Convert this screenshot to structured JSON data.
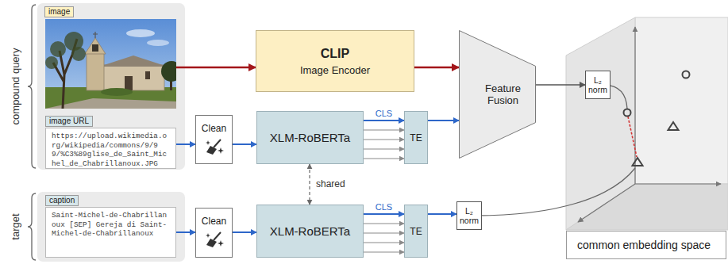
{
  "diagram": {
    "nodes": [
      {
        "text": [
          "compound query"
        ]
      },
      {
        "text": [
          "image"
        ],
        "in": 0
      },
      {
        "text": [
          "image URL",
          "https://upload.wikimedia.org/wikipedia/commons/9/99/%C3%89glise_de_Saint_Michel_de_Chabrillanoux.JPG"
        ],
        "in": 0
      },
      {
        "text": [
          "CLIP",
          "Image Encoder"
        ]
      },
      {
        "text": [
          "Clean"
        ]
      },
      {
        "text": [
          "XLM-RoBERTa"
        ]
      },
      {
        "text": [
          "TE"
        ]
      },
      {
        "text": [
          "Feature Fusion"
        ]
      },
      {
        "text": [
          "L₂ norm"
        ]
      },
      {
        "text": [
          "target"
        ]
      },
      {
        "text": [
          "caption",
          "Saint-Michel-de-Chabrillanoux [SEP] Gereja di Saint-Michel-de-Chabrillanoux"
        ],
        "in": 9
      },
      {
        "text": [
          "Clean"
        ]
      },
      {
        "text": [
          "XLM-RoBERTa"
        ]
      },
      {
        "text": [
          "TE"
        ]
      },
      {
        "text": [
          "L₂ norm"
        ]
      },
      {
        "text": [
          "common embedding space"
        ]
      }
    ],
    "edges": [
      {
        "from": 1,
        "to": 3,
        "arrow": "to"
      },
      {
        "from": 3,
        "to": 7,
        "arrow": "to"
      },
      {
        "from": 2,
        "to": 4,
        "arrow": "to"
      },
      {
        "from": 4,
        "to": 5,
        "arrow": "to"
      },
      {
        "from": 5,
        "to": 6,
        "arrow": "to",
        "label": "CLS"
      },
      {
        "from": 5,
        "to": 6,
        "arrow": "to"
      },
      {
        "from": 5,
        "to": 6,
        "arrow": "to"
      },
      {
        "from": 5,
        "to": 6,
        "arrow": "to"
      },
      {
        "from": 5,
        "to": 6,
        "arrow": "to"
      },
      {
        "from": 6,
        "to": 7,
        "arrow": "to"
      },
      {
        "from": 7,
        "to": 8,
        "arrow": "to"
      },
      {
        "from": 5,
        "to": 12,
        "arrow": "both",
        "label": "shared"
      },
      {
        "from": 10,
        "to": 11,
        "arrow": "to"
      },
      {
        "from": 11,
        "to": 12,
        "arrow": "to"
      },
      {
        "from": 12,
        "to": 13,
        "arrow": "to",
        "label": "CLS"
      },
      {
        "from": 12,
        "to": 13,
        "arrow": "to"
      },
      {
        "from": 12,
        "to": 13,
        "arrow": "to"
      },
      {
        "from": 12,
        "to": 13,
        "arrow": "to"
      },
      {
        "from": 12,
        "to": 13,
        "arrow": "to"
      },
      {
        "from": 13,
        "to": 14,
        "arrow": "to"
      }
    ]
  }
}
